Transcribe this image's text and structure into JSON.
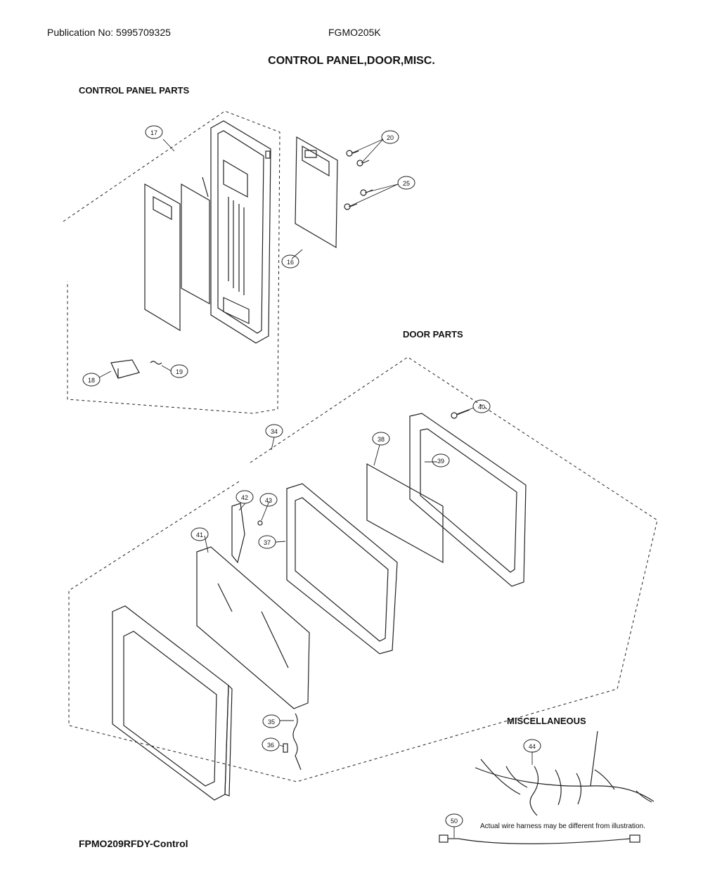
{
  "header": {
    "publication": "Publication No: 5995709325",
    "model": "FGMO205K"
  },
  "title": "CONTROL PANEL,DOOR,MISC.",
  "sections": {
    "control_panel": "CONTROL PANEL PARTS",
    "door": "DOOR PARTS",
    "misc": "MISCELLANEOUS"
  },
  "callouts": {
    "p17": "17",
    "p20": "20",
    "p25": "25",
    "p16": "16",
    "p18": "18",
    "p19": "19",
    "p34": "34",
    "p40": "40",
    "p38": "38",
    "p39": "39",
    "p42": "42",
    "p43": "43",
    "p41": "41",
    "p37": "37",
    "p35": "35",
    "p36": "36",
    "p44": "44",
    "p50": "50"
  },
  "note": "Actual wire harness may be different from illustration.",
  "footer": "FPMO209RFDY-Control"
}
